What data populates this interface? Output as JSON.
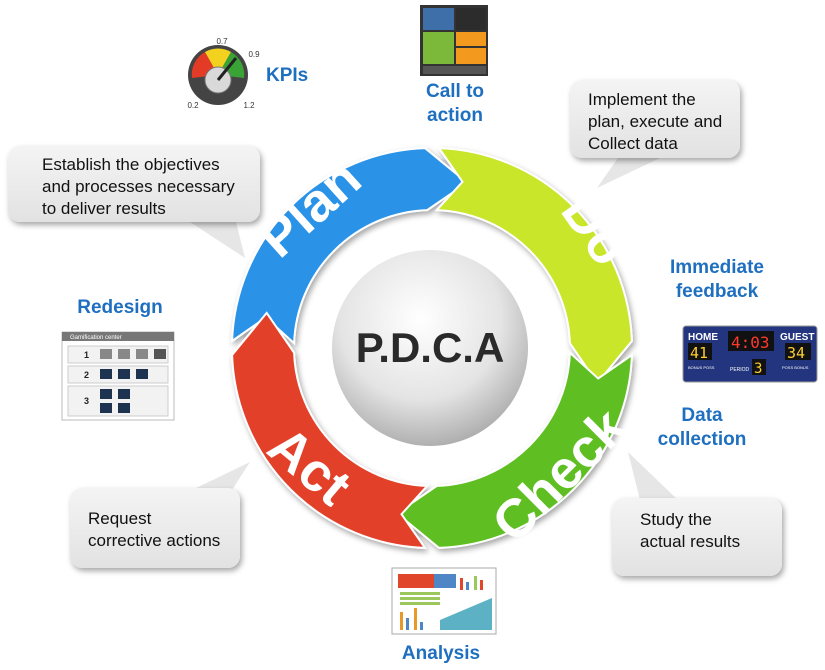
{
  "center": {
    "label": "P.D.C.A"
  },
  "phases": [
    {
      "name": "Plan",
      "color": "#2b93e8"
    },
    {
      "name": "Do",
      "color": "#c9e62a"
    },
    {
      "name": "Check",
      "color": "#5fbf21"
    },
    {
      "name": "Act",
      "color": "#e3412a"
    }
  ],
  "callouts": {
    "plan": [
      "Establish the objectives",
      "and processes necessary",
      "to deliver results"
    ],
    "do": [
      "Implement the",
      "plan, execute and",
      "Collect data"
    ],
    "check": [
      "Study the",
      "actual results"
    ],
    "act": [
      "Request",
      "corrective actions"
    ]
  },
  "labels": {
    "kpis": "KPIs",
    "call_to_action": [
      "Call to",
      "action"
    ],
    "immediate_feedback": [
      "Immediate",
      "feedback"
    ],
    "data_collection": [
      "Data",
      "collection"
    ],
    "analysis": "Analysis",
    "redesign": "Redesign"
  },
  "gauge": {
    "ticks": [
      "0.7",
      "0.9",
      "0.2",
      "1.2"
    ]
  },
  "scoreboard": {
    "home_label": "HOME",
    "guest_label": "GUEST",
    "home_score": "41",
    "guest_score": "34",
    "clock": "4:03",
    "period_label": "PERIOD",
    "period": "3",
    "bonus_left": "BONUS POSS",
    "bonus_right": "POSS BONUS"
  },
  "redesign_panel": {
    "title": "Gamification center",
    "steps": [
      "1",
      "2",
      "3"
    ]
  }
}
